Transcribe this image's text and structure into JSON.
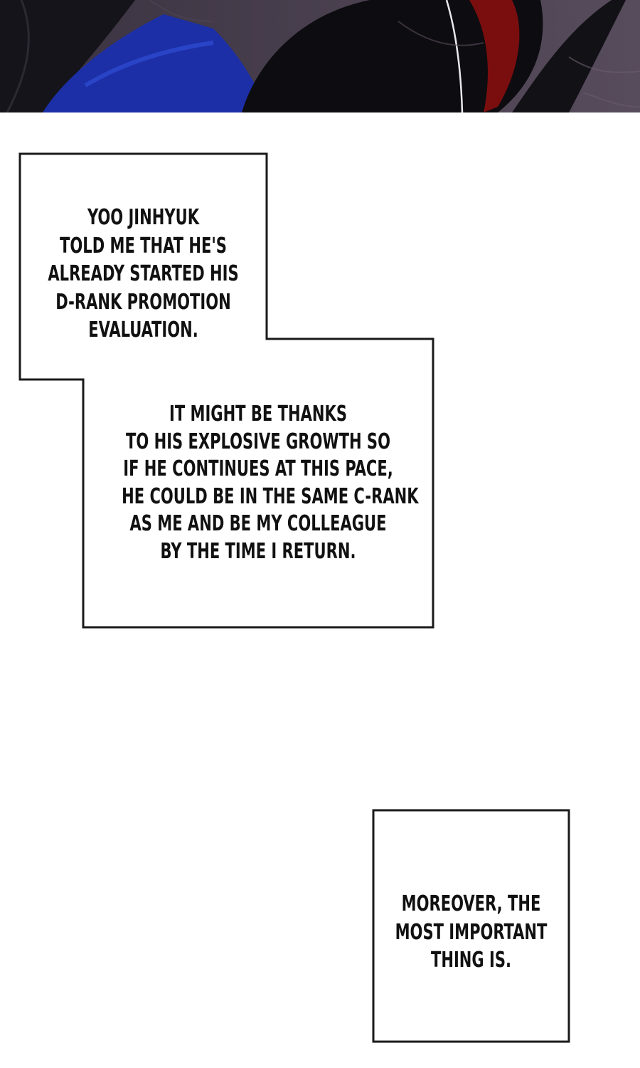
{
  "captions": {
    "first": {
      "lines": [
        "YOO JINHYUK",
        "TOLD ME THAT HE'S",
        "ALREADY STARTED HIS",
        "D-RANK PROMOTION",
        "EVALUATION."
      ]
    },
    "second": {
      "lines": [
        "IT MIGHT BE THANKS",
        "TO HIS EXPLOSIVE GROWTH SO",
        "IF HE CONTINUES AT THIS PACE,",
        "HE COULD BE IN THE SAME C-RANK",
        "AS ME AND BE MY COLLEAGUE",
        "BY THE TIME I RETURN."
      ]
    },
    "third": {
      "lines": [
        "MOREOVER, THE",
        "MOST IMPORTANT",
        "THING IS."
      ]
    }
  },
  "colors": {
    "panel_dark": "#1b1a20",
    "panel_blue": "#1a2fa0",
    "panel_red": "#8a1010",
    "border": "#1a1a1a",
    "text": "#111111"
  }
}
